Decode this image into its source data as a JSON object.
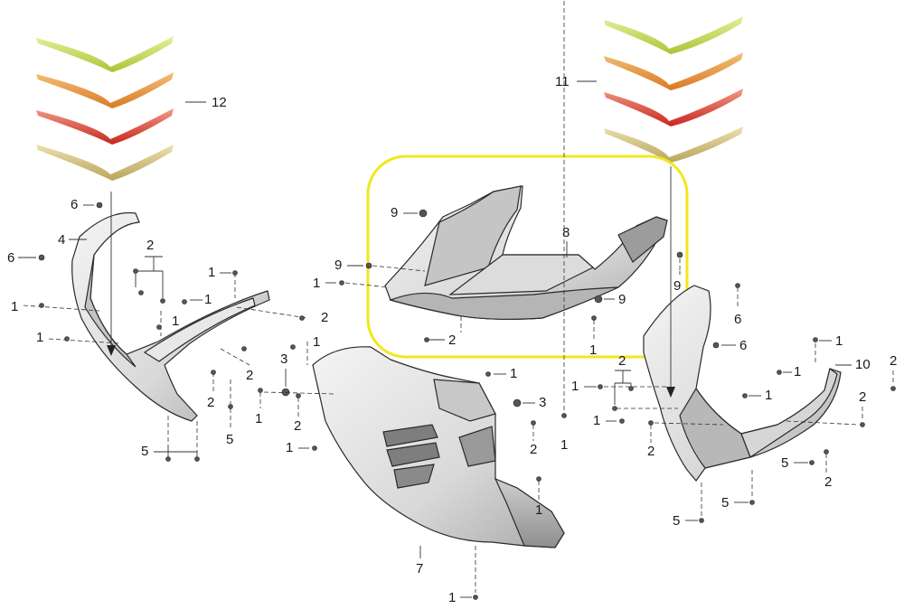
{
  "diagram": {
    "type": "exploded parts diagram",
    "highlight_color": "#ffee33",
    "stripe_colors": {
      "lime": "#b9d23a",
      "orange": "#e3892c",
      "red": "#d9352a",
      "tan": "#c9b46b"
    },
    "callouts": {
      "c1": "1",
      "c2": "2",
      "c3": "3",
      "c4": "4",
      "c5": "5",
      "c6": "6",
      "c7": "7",
      "c8": "8",
      "c9": "9",
      "c10": "10",
      "c11": "11",
      "c12": "12"
    }
  }
}
